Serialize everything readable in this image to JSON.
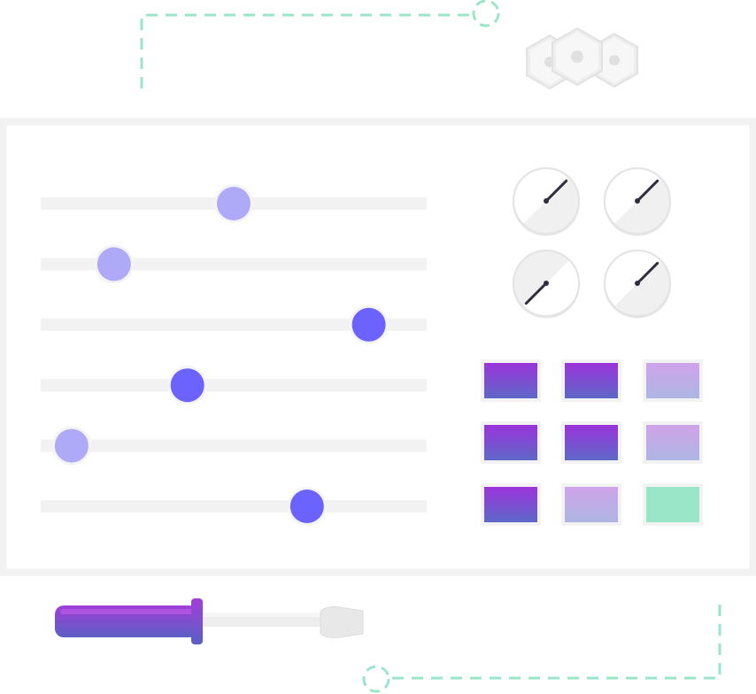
{
  "colors": {
    "accent": "#6c63ff",
    "accent_light": "#aeaaf8",
    "teal": "#99e6c8",
    "panel_border": "#f2f2f2",
    "track": "#f2f2f2",
    "purple_gradient_top": "#9b34db",
    "purple_gradient_bottom": "#5e68c8",
    "lilac_gradient_top": "#cfa3ea",
    "lilac_gradient_bottom": "#aeb6e2"
  },
  "sliders": [
    {
      "name": "slider-1",
      "value": 0.5,
      "style": "light"
    },
    {
      "name": "slider-2",
      "value": 0.19,
      "style": "light"
    },
    {
      "name": "slider-3",
      "value": 0.85,
      "style": "accent"
    },
    {
      "name": "slider-4",
      "value": 0.38,
      "style": "accent"
    },
    {
      "name": "slider-5",
      "value": 0.08,
      "style": "light"
    },
    {
      "name": "slider-6",
      "value": 0.69,
      "style": "accent"
    }
  ],
  "knobs": [
    {
      "name": "knob-1",
      "angle_deg": 45
    },
    {
      "name": "knob-2",
      "angle_deg": 45
    },
    {
      "name": "knob-3",
      "angle_deg": 225
    },
    {
      "name": "knob-4",
      "angle_deg": 45
    }
  ],
  "swatches": [
    [
      "purple",
      "purple",
      "lilac"
    ],
    [
      "purple",
      "purple",
      "lilac"
    ],
    [
      "purple",
      "lilac",
      "teal"
    ]
  ],
  "icons": {
    "hex_cluster": "hexagon-bolts-icon",
    "screwdriver": "screwdriver-icon",
    "dashed_connector": "dashed-connector-icon"
  }
}
